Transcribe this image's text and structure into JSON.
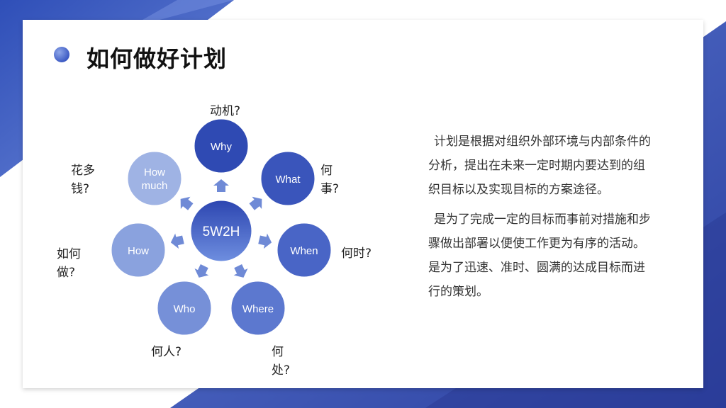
{
  "slide": {
    "title": "如何做好计划"
  },
  "diagram": {
    "center": "5W2H",
    "nodes": [
      {
        "id": "why",
        "label": "Why",
        "question": "动机?"
      },
      {
        "id": "what",
        "label": "What",
        "question": "何事?"
      },
      {
        "id": "when",
        "label": "When",
        "question": "何时?"
      },
      {
        "id": "where",
        "label": "Where",
        "question": "何处?"
      },
      {
        "id": "who",
        "label": "Who",
        "question": "何人?"
      },
      {
        "id": "how",
        "label": "How",
        "question": "如何做?"
      },
      {
        "id": "how-much",
        "label": "How much",
        "question": "花多钱?"
      }
    ]
  },
  "description": {
    "paragraphs": [
      "计划是根据对组织外部环境与内部条件的分析，提出在未来一定时期内要达到的组织目标以及实现目标的方案途径。",
      "是为了完成一定的目标而事前对措施和步骤做出部署以便使工作更为有序的活动。是为了迅速、准时、圆满的达成目标而进行的策划。"
    ]
  },
  "colors": {
    "accent_dark": "#2f4ab3",
    "accent_mid": "#4a68c9",
    "accent_light": "#8fa3dc",
    "arrow": "#6f8ad6"
  }
}
